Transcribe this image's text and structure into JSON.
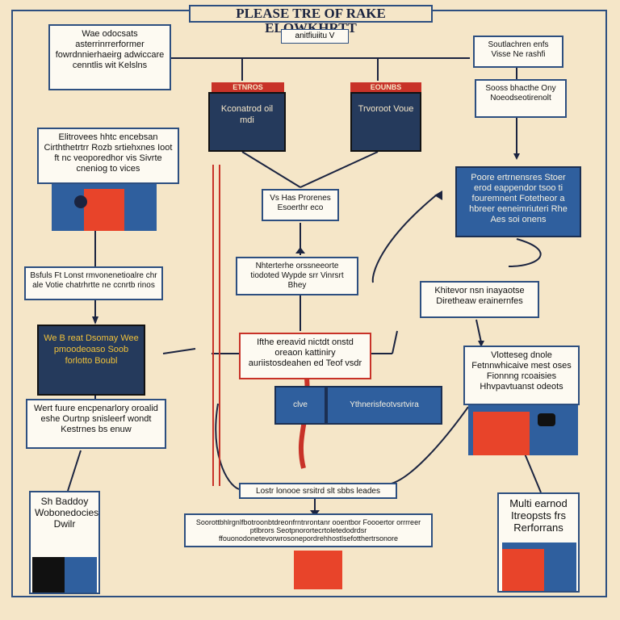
{
  "title": "PLEASE TRE OF RAKE ELOWKHRTT",
  "subtitle": "anitfiuiitu V",
  "boxes": {
    "top_left": "Wae odocsats asterrinrrerformer fowrdnnierhaeirg adwiccare cenntlis wit Kelslns",
    "top_right_1": "Soutlachren enfs Visse Ne rashfi",
    "top_right_2": "Sooss bhacthe Ony Noeodseotirenolt",
    "tag_left": "ETNROS",
    "tag_right": "EOUNBS",
    "center_left_dark": "Kconatrod oil mdi",
    "center_right_dark": "Trvoroot Voue",
    "left_panel": "Elitrovees hhtc encebsan Cirththetrtrr Rozb srtiehxnes Ioot ft nc veoporedhor vis Sivrte cneniog to vices",
    "right_blue": "Poore ertrnensres Stoer erod eappendor tsoo ti fouremnent Fotetheor a hbreer eeneimriuteri Rhe Aes soi onens",
    "mid_small": "Vs Has Prorenes Esoerthr eco",
    "left_list": "Bsfuls Ft Lonst rmvonenetioalre chr ale Votie chatrhrtte ne ccnrtb rinos",
    "mid_main": "Nhterterhe orssneeorte tiodoted Wypde srr Vinrsrt Bhey",
    "right_note": "Khitevor nsn inayaotse Diretheaw erainernfes",
    "left_dark": "We B reat Dsomay Wee pmoodeoaso Soob forlotto Boubl",
    "center_red": "Ifthe ereavid nictdt onstd oreaon kattiniry auriistosdeahen ed Teof vsdr",
    "right_middle": "Vlotteseg dnole Fetnnwhicaive mest oses Fionnng rcoaisies Hhvpavtuanst odeots",
    "left_bottom_text": "Wert fuure encpenarlory oroalid eshe Ourtnp snisleerf wondt Kestrnes bs enuw",
    "blue_banner_left": "clve",
    "blue_banner_right": "Ythnerisfeotvsrtvira",
    "bottom_center": "Lostr lonooe srsitrd slt sbbs leades",
    "bottom_wide": "Soorottbhlrgnlfbotroonbtdreonfrntnrontanr ooentbor Foooertor orrrreer ptlbrors Seotpnorortecrtoletedodrdsr ffouonodonetevorwrosonepordrehhostlsefotthertrsonore",
    "bottom_left": "Sh Baddoy Wobonedocies Dwilr",
    "bottom_right": "Multi earnod Itreopsts frs Rerforrans"
  },
  "colors": {
    "background": "#f5e6c8",
    "navy": "#253a5c",
    "blue": "#2f5f9e",
    "red": "#c83228",
    "line": "#2d4f80"
  }
}
